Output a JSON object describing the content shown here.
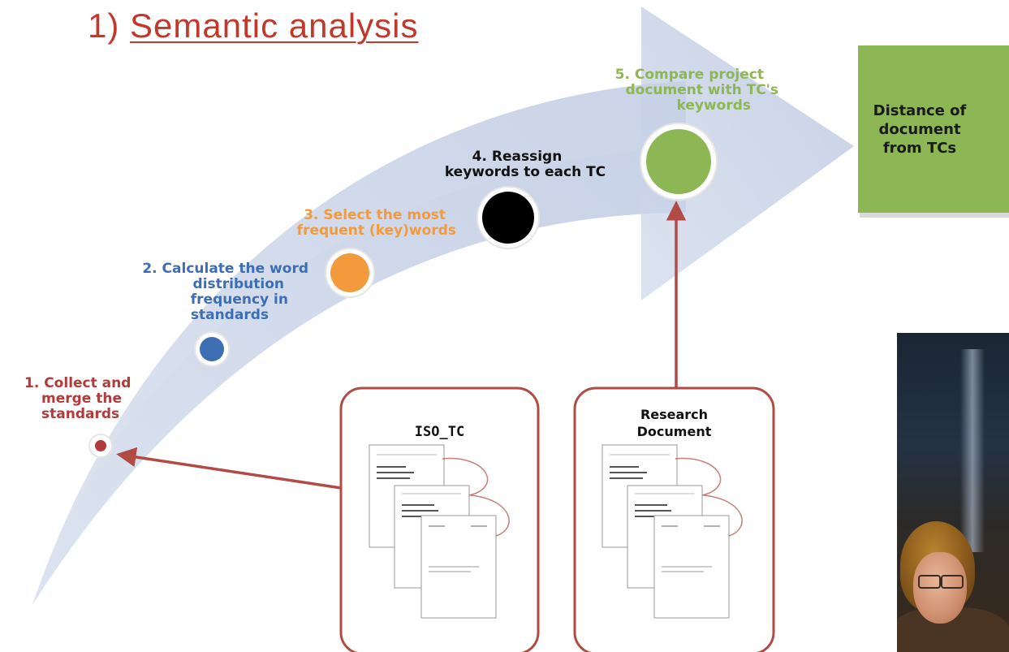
{
  "title": {
    "number": "1)",
    "text": "Semantic analysis"
  },
  "steps": [
    {
      "label_lines": [
        "1. Collect and",
        "merge the",
        "standards"
      ],
      "color": "#b33a3a"
    },
    {
      "label_lines": [
        "2. Calculate the word",
        "distribution",
        "frequency in",
        "standards"
      ],
      "color": "#3d6eb4"
    },
    {
      "label_lines": [
        "3. Select the most",
        "frequent (key)words"
      ],
      "color": "#f29a3c"
    },
    {
      "label_lines": [
        "4. Reassign",
        "keywords to each TC"
      ],
      "color": "#111111"
    },
    {
      "label_lines": [
        "5. Compare project",
        "document with TC's",
        "keywords"
      ],
      "color": "#8db654"
    }
  ],
  "result_box": {
    "lines": [
      "Distance of",
      "document",
      "from TCs"
    ],
    "color": "#8db654"
  },
  "panels": [
    {
      "label_lines": [
        "ISO_TC"
      ]
    },
    {
      "label_lines": [
        "Research",
        "Document"
      ]
    }
  ],
  "colors": {
    "arrow": "#c9d3e8",
    "panel_border": "#b24a45",
    "title": "#c0392b"
  },
  "icons": [
    "document-stack-icon",
    "photo-presenter"
  ]
}
